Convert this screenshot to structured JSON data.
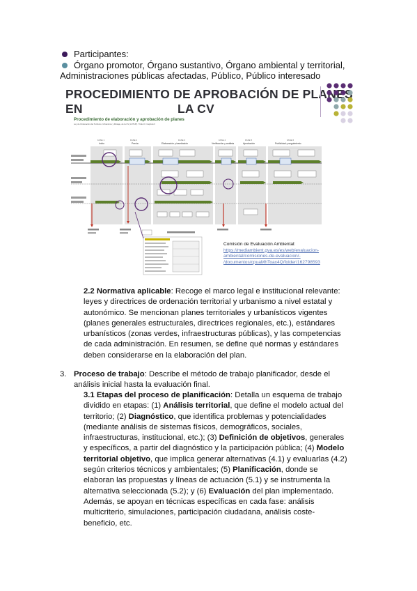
{
  "bullets": [
    {
      "text": "Participantes:",
      "color": "#3c1a5b"
    },
    {
      "text": "Órgano promotor, Órgano sustantivo, Órgano ambiental y territorial,",
      "color": "#5a8fa0"
    }
  ],
  "bullet_continuation": "Administraciones públicas afectadas, Público, Público interesado",
  "slide": {
    "title_line1": "PROCEDIMIENTO DE APROBACIÓN DE PLANES EN",
    "title_line2": "LA CV",
    "dot_colors": {
      "purple": "#5a2d73",
      "teal": "#8fa7aa",
      "olive": "#b9b337",
      "lavender": "#d9d2e3"
    },
    "diagram_title": "Procedimiento de elaboración y aprobación de planes",
    "diagram_subtitle": "Ley de Ordenación del Territorio, Urbanismo y Paisaje, de la CV (LOTUP). Título III. Capítulo II",
    "phases": [
      "FASE 1",
      "FASE 2",
      "FASE 3",
      "FASE 4",
      "FASE 5",
      "FASE 6"
    ],
    "phase_names": [
      "Inicio",
      "Previa",
      "Elaboración y tramitación",
      "Verificación y análisis",
      "Aprobación",
      "Publicidad y seguimiento"
    ],
    "commission": {
      "label": "Comisión de Evaluación Ambiental:",
      "link1": "https://mediambient.gva.es/es/web/evaluacion-",
      "link2": "ambiental/comisiones-de-evaluacion/-",
      "link3": "/documentos/cpuaMhToax4Q/folder/162798593"
    }
  },
  "section_2_2": {
    "label": "2.2 Normativa aplicable",
    "lines": [
      ": Recoge el marco legal e institucional relevante:",
      "leyes y directrices de ordenación territorial y urbanismo a nivel estatal y",
      "autonómico. Se mencionan planes territoriales y urbanísticos vigentes",
      "(planes generales estructurales, directrices regionales, etc.), estándares",
      "urbanísticos (zonas verdes, infraestructuras públicas), y las competencias",
      "de cada administración. En resumen, se define qué normas y estándares",
      "deben considerarse en la elaboración del plan."
    ]
  },
  "section_3": {
    "number": "3.",
    "label": "Proceso de trabajo",
    "line1": ": Describe el método de trabajo planificador, desde el",
    "line2": "análisis inicial hasta la evaluación final."
  },
  "section_3_1": {
    "label": "3.1 Etapas del proceso de planificación",
    "l1": ": Detalla un esquema de trabajo",
    "l2": "dividido en etapas: (1) ",
    "l2b": "Análisis territorial",
    "l2c": ", que define el modelo actual del",
    "l3": "territorio; (2) ",
    "l3b": "Diagnóstico",
    "l3c": ", que identifica problemas y potencialidades",
    "l4": "(mediante análisis de sistemas físicos, demográficos, sociales,",
    "l5": "infraestructuras, institucional, etc.); (3) ",
    "l5b": "Definición de objetivos",
    "l5c": ", generales",
    "l6": "y específicos, a partir del diagnóstico y la participación pública; (4) ",
    "l6b": "Modelo",
    "l7b": "territorial objetivo",
    "l7": ", que implica generar alternativas (4.1) y evaluarlas (4.2)",
    "l8": "según criterios técnicos y ambientales; (5) ",
    "l8b": "Planificación",
    "l8c": ", donde se",
    "l9": "elaboran las propuestas y líneas de actuación (5.1) y se instrumenta la",
    "l10": "alternativa seleccionada (5.2); y (6) ",
    "l10b": "Evaluación",
    "l10c": " del plan implementado.",
    "l11": "Además, se apoyan en técnicas específicas en cada fase: análisis",
    "l12": "multicriterio, simulaciones, participación ciudadana, análisis coste-",
    "l13": "beneficio, etc."
  }
}
